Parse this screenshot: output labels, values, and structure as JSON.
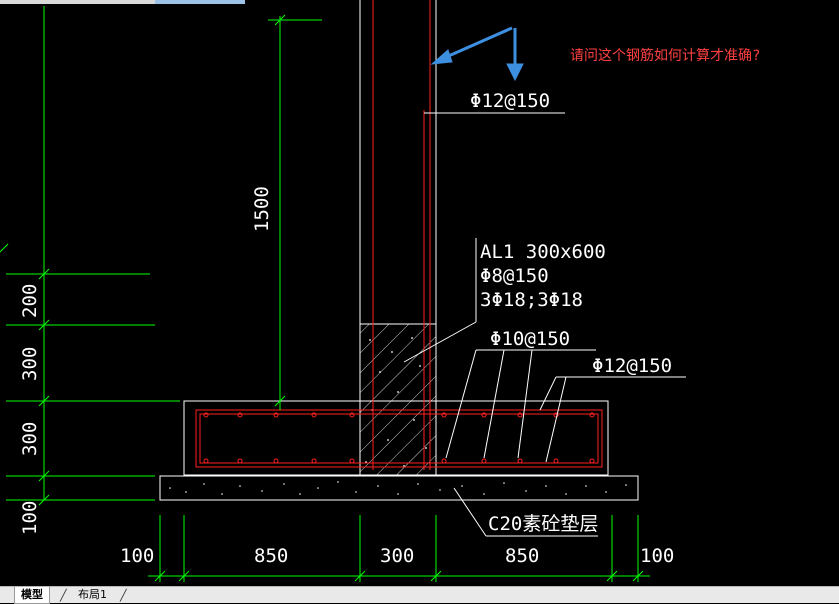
{
  "question": "请问这个钢筋如何计算才准确?",
  "annotations": {
    "vertical_bar": "Φ12@150",
    "beam_name": "AL1 300x600",
    "beam_stirrup": "Φ8@150",
    "beam_main_bars": "3Φ18;3Φ18",
    "footing_bottom_bar": "Φ10@150",
    "footing_side_bar": "Φ12@150",
    "cushion": "C20素砼垫层"
  },
  "dimensions": {
    "height_1500": "1500",
    "left_200": "200",
    "left_300a": "300",
    "left_300b": "300",
    "left_100": "100",
    "bottom": [
      "100",
      "850",
      "300",
      "850",
      "100"
    ]
  },
  "tabs": {
    "model": "模型",
    "layout1": "布局1"
  },
  "colors": {
    "background": "#000000",
    "white_lines": "#ffffff",
    "red_rebar": "#ff2020",
    "green_dims": "#00ff00",
    "arrow_blue": "#3d8fe0",
    "question_text": "#ff4040"
  }
}
